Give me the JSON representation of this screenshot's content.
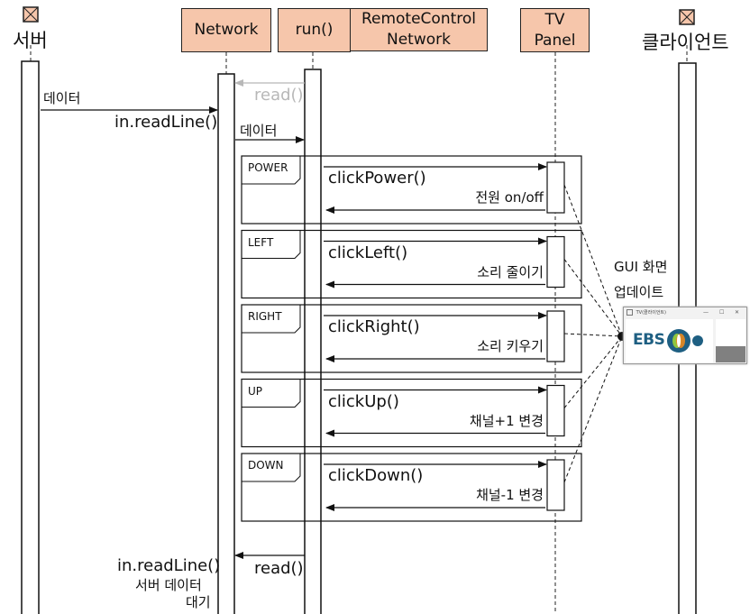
{
  "actors": {
    "server": {
      "label": "서버",
      "icon": "boundary-box-icon"
    },
    "network": {
      "label": "Network"
    },
    "run": {
      "label": "run()"
    },
    "remote_control_network": {
      "label_line1": "RemoteControl",
      "label_line2": "Network"
    },
    "tv_panel": {
      "label_line1": "TV",
      "label_line2": "Panel"
    },
    "client": {
      "label": "클라이언트",
      "icon": "boundary-box-icon"
    }
  },
  "messages": {
    "server_data": "데이터",
    "in_readline_top": "in.readLine()",
    "read_gray": "read()",
    "network_data": "데이터",
    "read_bottom": "read()",
    "in_readline_bottom": "in.readLine()",
    "wait_line1": "서버 데이터",
    "wait_line2": "대기"
  },
  "frames": [
    {
      "tag": "POWER",
      "call": "clickPower()",
      "return": "전원 on/off"
    },
    {
      "tag": "LEFT",
      "call": "clickLeft()",
      "return": "소리 줄이기"
    },
    {
      "tag": "RIGHT",
      "call": "clickRight()",
      "return": "소리 키우기"
    },
    {
      "tag": "UP",
      "call": "clickUp()",
      "return": "채널+1 변경"
    },
    {
      "tag": "DOWN",
      "call": "clickDown()",
      "return": "채널-1 변경"
    }
  ],
  "gui_note": {
    "line1": "GUI 화면",
    "line2": "업데이트"
  },
  "gui_window": {
    "title": "TV(클라이언트)",
    "minimize": "—",
    "maximize": "☐",
    "close": "✕",
    "logo_text": "EBS"
  },
  "colors": {
    "header_fill": "#f6c6ab",
    "line": "#111111",
    "gray_message": "#b8b8b8",
    "ebs_blue": "#1e5f82",
    "ebs_green": "#8dc63f",
    "ebs_orange": "#e98a1f"
  }
}
